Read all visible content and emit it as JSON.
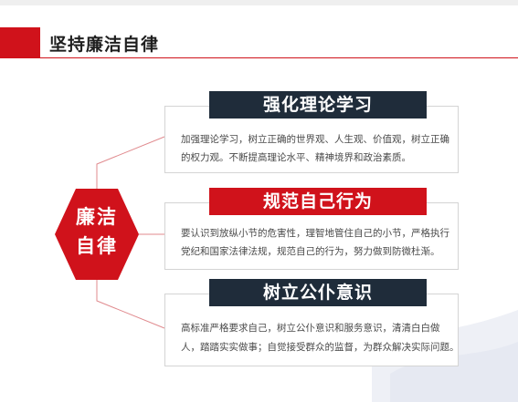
{
  "page_title": "坚持廉洁自律",
  "center_label_line1": "廉洁",
  "center_label_line2": "自律",
  "colors": {
    "accent_red": "#d0121b",
    "header_navy": "#1f2c3a"
  },
  "sections": [
    {
      "heading": "强化理论学习",
      "line1": "加强理论学习，树立正确的世界观、人生观、价值观，树立正确",
      "line2": "的权力观。不断提高理论水平、精神境界和政治素质。"
    },
    {
      "heading": "规范自己行为",
      "line1": "要认识到放纵小节的危害性，理智地管住自己的小节，严格执行",
      "line2": "党纪和国家法律法规，规范自己的行为，努力做到防微杜渐。"
    },
    {
      "heading": "树立公仆意识",
      "line1": "高标准严格要求自己，树立公仆意识和服务意识，清清白白做",
      "line2": "人，踏踏实实做事；自觉接受群众的监督，为群众解决实际问题。"
    }
  ]
}
